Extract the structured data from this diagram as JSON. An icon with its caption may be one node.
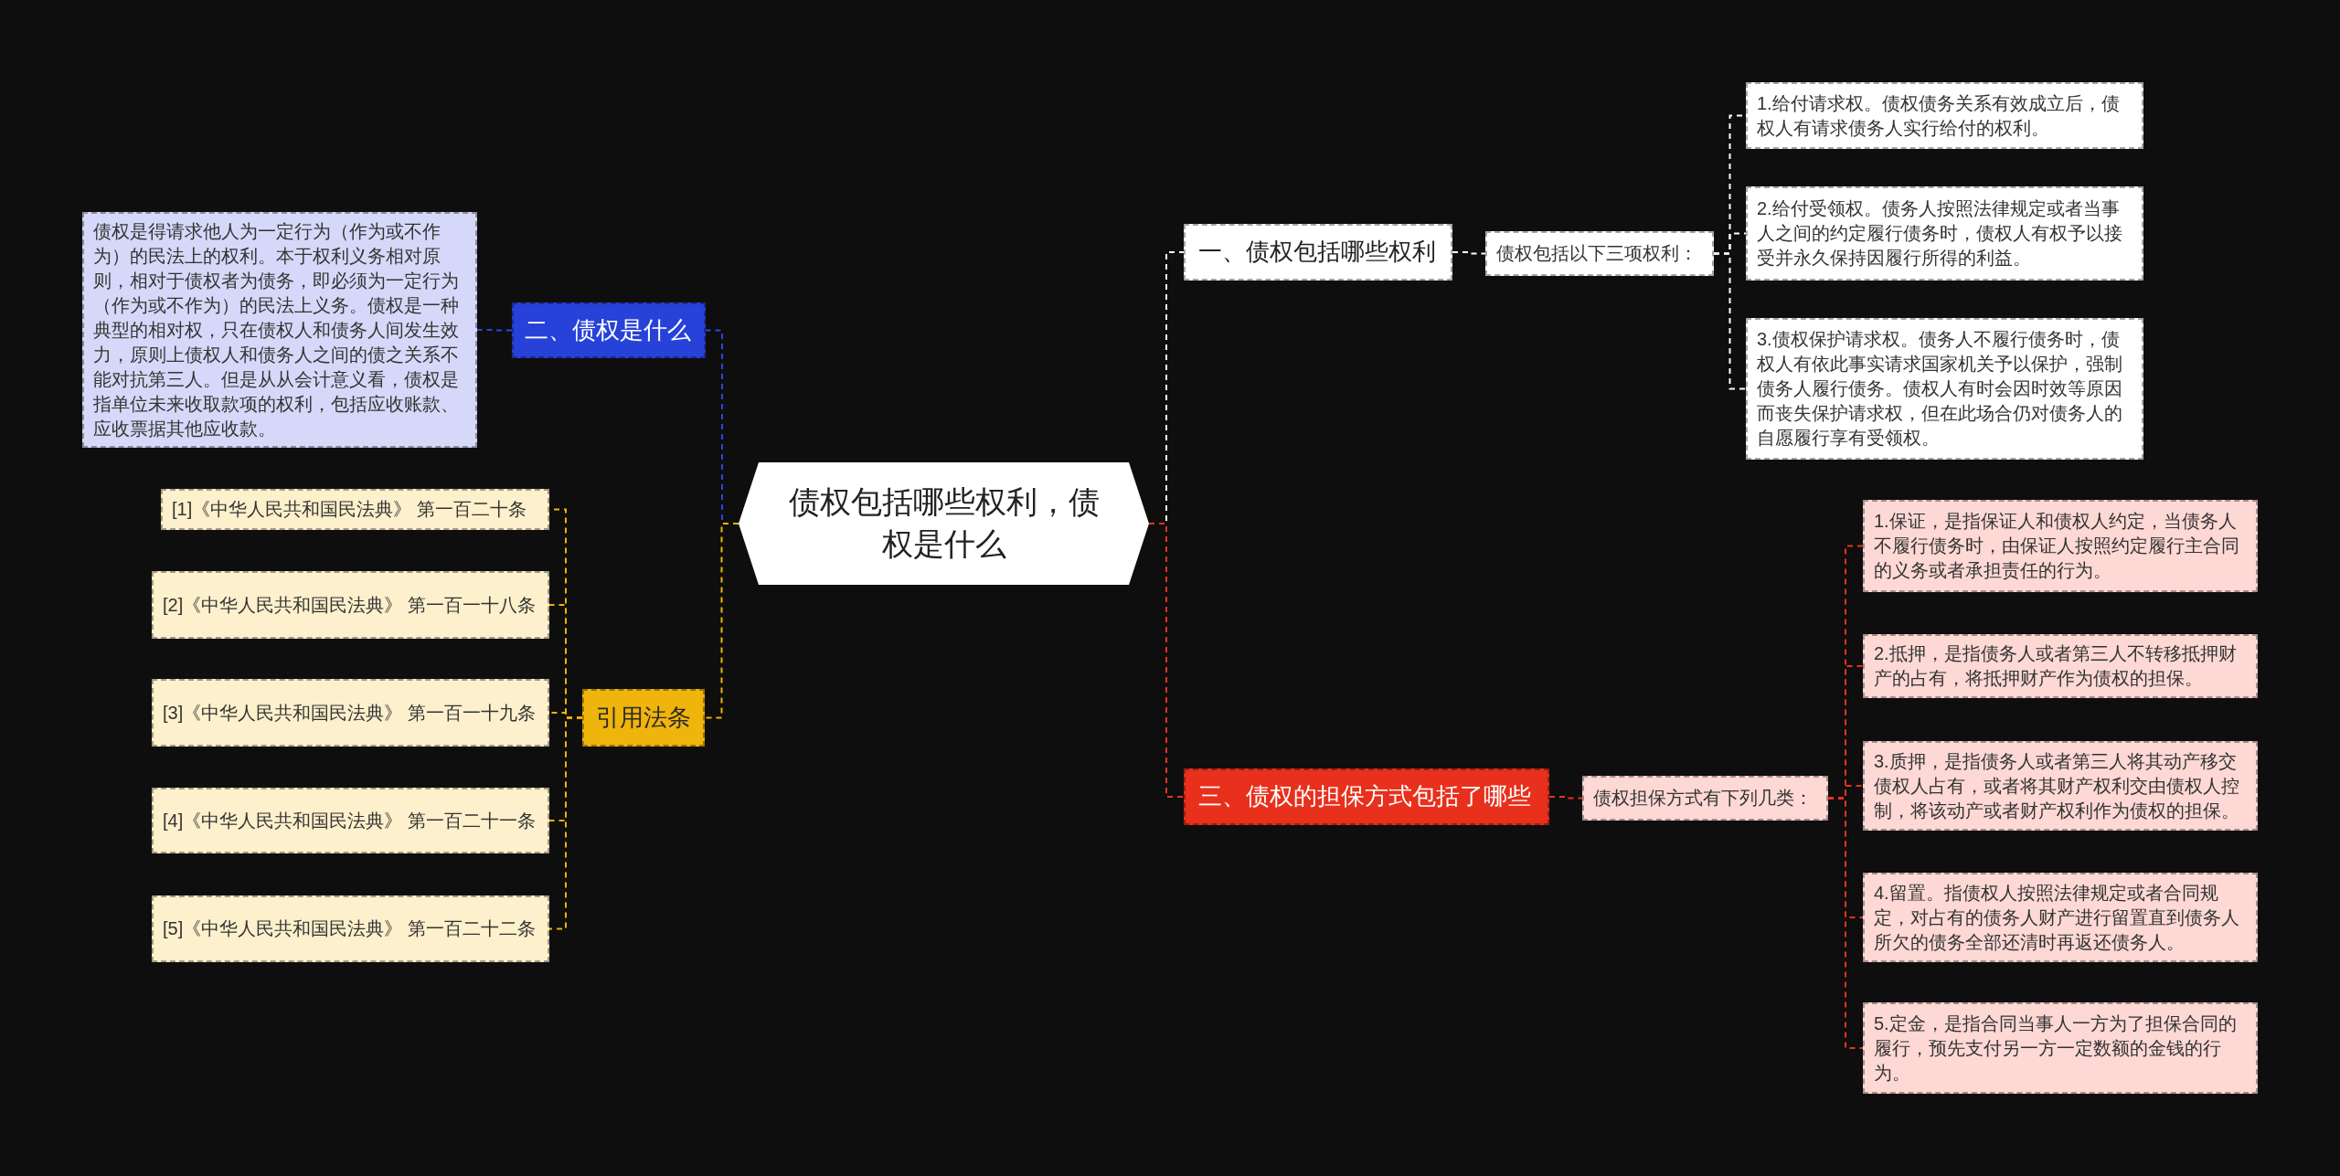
{
  "diagram": {
    "nodes": [
      {
        "text": [
          "债权包括哪些权利，债权是什么"
        ]
      },
      {
        "text": [
          "一、债权包括哪些权利"
        ]
      },
      {
        "text": [
          "债权包括以下三项权利："
        ]
      },
      {
        "text": [
          "1.给付请求权。债权债务关系有效成立后，债权人有请求债务人实行给付的权利。"
        ]
      },
      {
        "text": [
          "2.给付受领权。债务人按照法律规定或者当事人之间的约定履行债务时，债权人有权予以接受并永久保持因履行所得的利益。"
        ]
      },
      {
        "text": [
          "3.债权保护请求权。债务人不履行债务时，债权人有依此事实请求国家机关予以保护，强制债务人履行债务。债权人有时会因时效等原因而丧失保护请求权，但在此场合仍对债务人的自愿履行享有受领权。"
        ]
      },
      {
        "text": [
          "三、债权的担保方式包括了哪些"
        ]
      },
      {
        "text": [
          "债权担保方式有下列几类："
        ]
      },
      {
        "text": [
          "1.保证，是指保证人和债权人约定，当债务人不履行债务时，由保证人按照约定履行主合同的义务或者承担责任的行为。"
        ]
      },
      {
        "text": [
          "2.抵押，是指债务人或者第三人不转移抵押财产的占有，将抵押财产作为债权的担保。"
        ]
      },
      {
        "text": [
          "3.质押，是指债务人或者第三人将其动产移交债权人占有，或者将其财产权利交由债权人控制，将该动产或者财产权利作为债权的担保。"
        ]
      },
      {
        "text": [
          "4.留置。指债权人按照法律规定或者合同规定，对占有的债务人财产进行留置直到债务人所欠的债务全部还清时再返还债务人。"
        ]
      },
      {
        "text": [
          "5.定金，是指合同当事人一方为了担保合同的履行，预先支付另一方一定数额的金钱的行为。"
        ]
      },
      {
        "text": [
          "二、债权是什么"
        ]
      },
      {
        "text": [
          "债权是得请求他人为一定行为（作为或不作为）的民法上的权利。本于权利义务相对原则，相对于债权者为债务，即必须为一定行为（作为或不作为）的民法上义务。债权是一种典型的相对权，只在债权人和债务人间发生效力，原则上债权人和债务人之间的债之关系不能对抗第三人。但是从从会计意义看，债权是指单位未来收取款项的权利，包括应收账款、应收票据其他应收款。"
        ]
      },
      {
        "text": [
          "引用法条"
        ]
      },
      {
        "text": [
          "[1]《中华人民共和国民法典》 第一百二十条"
        ]
      },
      {
        "text": [
          "[2]《中华人民共和国民法典》 第一百一十八条"
        ]
      },
      {
        "text": [
          "[3]《中华人民共和国民法典》 第一百一十九条"
        ]
      },
      {
        "text": [
          "[4]《中华人民共和国民法典》 第一百二十一条"
        ]
      },
      {
        "text": [
          "[5]《中华人民共和国民法典》 第一百二十二条"
        ]
      }
    ],
    "edges": [
      {
        "from": 0,
        "to": 1,
        "arrow": "none",
        "style": "dashed",
        "color": "#ffffff"
      },
      {
        "from": 1,
        "to": 2,
        "arrow": "none",
        "style": "dashed",
        "color": "#ffffff"
      },
      {
        "from": 2,
        "to": 3,
        "arrow": "none",
        "style": "dashed",
        "color": "#ffffff"
      },
      {
        "from": 2,
        "to": 4,
        "arrow": "none",
        "style": "dashed",
        "color": "#ffffff"
      },
      {
        "from": 2,
        "to": 5,
        "arrow": "none",
        "style": "dashed",
        "color": "#ffffff"
      },
      {
        "from": 0,
        "to": 6,
        "arrow": "none",
        "style": "dashed",
        "color": "#e8321e"
      },
      {
        "from": 6,
        "to": 7,
        "arrow": "none",
        "style": "dashed",
        "color": "#e8321e"
      },
      {
        "from": 7,
        "to": 8,
        "arrow": "none",
        "style": "dashed",
        "color": "#e8321e"
      },
      {
        "from": 7,
        "to": 9,
        "arrow": "none",
        "style": "dashed",
        "color": "#e8321e"
      },
      {
        "from": 7,
        "to": 10,
        "arrow": "none",
        "style": "dashed",
        "color": "#e8321e"
      },
      {
        "from": 7,
        "to": 11,
        "arrow": "none",
        "style": "dashed",
        "color": "#e8321e"
      },
      {
        "from": 7,
        "to": 12,
        "arrow": "none",
        "style": "dashed",
        "color": "#e8321e"
      },
      {
        "from": 0,
        "to": 13,
        "arrow": "none",
        "style": "dashed",
        "color": "#2f45d9"
      },
      {
        "from": 13,
        "to": 14,
        "arrow": "none",
        "style": "dashed",
        "color": "#2f45d9"
      },
      {
        "from": 0,
        "to": 15,
        "arrow": "none",
        "style": "dashed",
        "color": "#f0b400"
      },
      {
        "from": 15,
        "to": 16,
        "arrow": "none",
        "style": "dashed",
        "color": "#f0b400"
      },
      {
        "from": 15,
        "to": 17,
        "arrow": "none",
        "style": "dashed",
        "color": "#f0b400"
      },
      {
        "from": 15,
        "to": 18,
        "arrow": "none",
        "style": "dashed",
        "color": "#f0b400"
      },
      {
        "from": 15,
        "to": 19,
        "arrow": "none",
        "style": "dashed",
        "color": "#f0b400"
      },
      {
        "from": 15,
        "to": 20,
        "arrow": "none",
        "style": "dashed",
        "color": "#f0b400"
      }
    ]
  }
}
